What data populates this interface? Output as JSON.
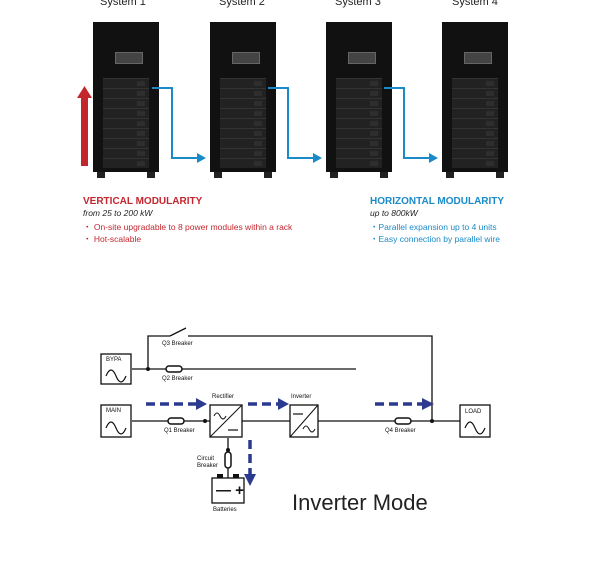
{
  "systems": [
    "System 1",
    "System 2",
    "System 3",
    "System 4"
  ],
  "vertical": {
    "title": "VERTICAL MODULARITY",
    "subtitle": "from 25 to 200 kW",
    "items": [
      "・ On-site upgradable to 8 power modules within a rack",
      "・ Hot-scalable"
    ]
  },
  "horizontal": {
    "title": "HORIZONTAL MODULARITY",
    "subtitle": "up to 800kW",
    "items": [
      "・Parallel expansion up to 4 units",
      "・Easy connection by parallel wire"
    ]
  },
  "diagram": {
    "q3": "Q3 Breaker",
    "bypa": "BYPA",
    "q2": "Q2 Breaker",
    "rectifier": "Rectifier",
    "inverter": "Inverter",
    "main": "MAIN",
    "q1": "Q1 Breaker",
    "q4": "Q4 Breaker",
    "load": "LOAD",
    "circuit_breaker_1": "Circuit",
    "circuit_breaker_2": "Breaker",
    "batteries": "Batteries",
    "battery_symbol": "— +"
  },
  "mode_title": "Inverter Mode",
  "colors": {
    "red": "#c4262e",
    "blue": "#1a8ac8",
    "navy_arrow": "#2b3a8f"
  }
}
